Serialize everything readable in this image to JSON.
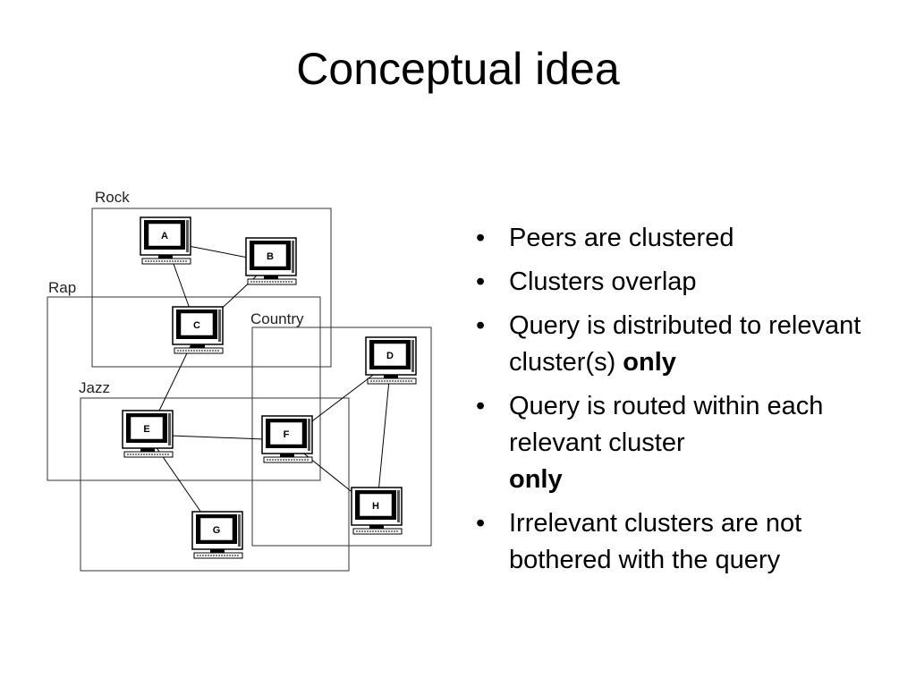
{
  "slide": {
    "title": "Conceptual idea"
  },
  "diagram": {
    "clusters": [
      {
        "id": "rock",
        "label": "Rock"
      },
      {
        "id": "rap",
        "label": "Rap"
      },
      {
        "id": "country",
        "label": "Country"
      },
      {
        "id": "jazz",
        "label": "Jazz"
      }
    ],
    "nodes": [
      "A",
      "B",
      "C",
      "D",
      "E",
      "F",
      "G",
      "H"
    ],
    "edges": [
      [
        "A",
        "B"
      ],
      [
        "A",
        "C"
      ],
      [
        "B",
        "C"
      ],
      [
        "C",
        "E"
      ],
      [
        "E",
        "F"
      ],
      [
        "E",
        "G"
      ],
      [
        "F",
        "D"
      ],
      [
        "F",
        "H"
      ],
      [
        "D",
        "H"
      ]
    ],
    "node_icon": "computer-icon"
  },
  "bullets": [
    {
      "text": "Peers are clustered"
    },
    {
      "text": "Clusters overlap"
    },
    {
      "text": "Query is distributed to relevant cluster(s) ",
      "bold": "only"
    },
    {
      "text": "Query is routed within each relevant cluster ",
      "bold": "only"
    },
    {
      "text": "Irrelevant clusters are not bothered with the query"
    }
  ]
}
